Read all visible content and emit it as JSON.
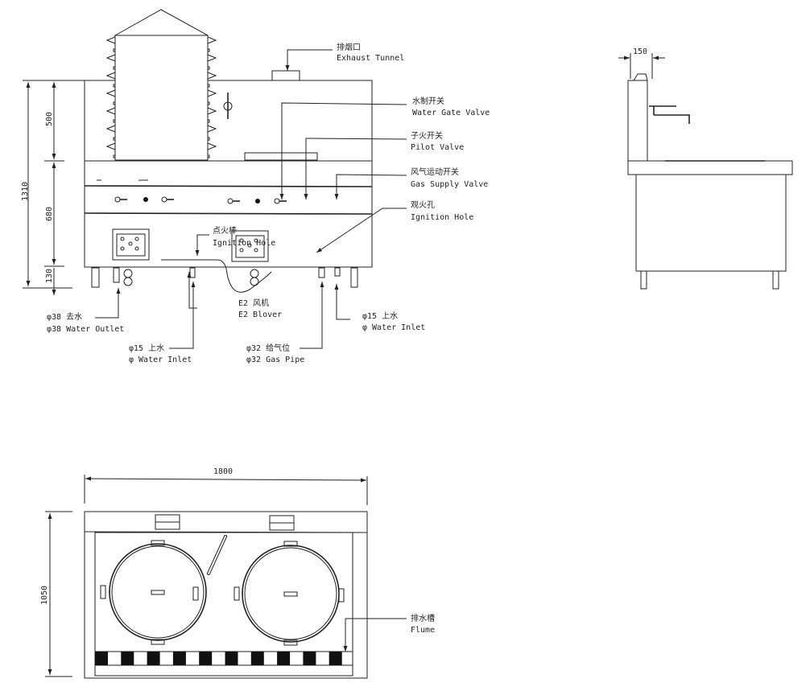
{
  "front_view": {
    "dimensions": {
      "total": "1310",
      "upper": "500",
      "middle": "680",
      "lower": "130"
    },
    "callouts": {
      "exhaust_cn": "排烟口",
      "exhaust_en": "Exhaust Tunnel",
      "water_gate_cn": "水制开关",
      "water_gate_en": "Water Gate Valve",
      "pilot_cn": "子火开关",
      "pilot_en": "Pilot Valve",
      "gas_supply_cn": "风气运动开关",
      "gas_supply_en": "Gas Supply Valve",
      "ignition_hole_cn": "观火孔",
      "ignition_hole_en": "Ignition Hole",
      "igniter_cn": "点火棒",
      "igniter_en": "Ignition Hole",
      "water_outlet_cn": "φ38 去水",
      "water_outlet_en": "φ38 Water Outlet",
      "blower_cn": "E2 风机",
      "blower_en": "E2 Blover",
      "water_inlet_right_cn": "φ15 上水",
      "water_inlet_right_en": "φ  Water Inlet",
      "water_inlet_left_cn": "φ15 上水",
      "water_inlet_left_en": "φ  Water Inlet",
      "gas_pipe_cn": "φ32 给气位",
      "gas_pipe_en": "φ32 Gas Pipe"
    }
  },
  "side_view": {
    "dimension": "150"
  },
  "top_view": {
    "dimensions": {
      "width": "1800",
      "depth": "1050"
    },
    "callouts": {
      "flume_cn": "排水槽",
      "flume_en": "Flume"
    }
  }
}
